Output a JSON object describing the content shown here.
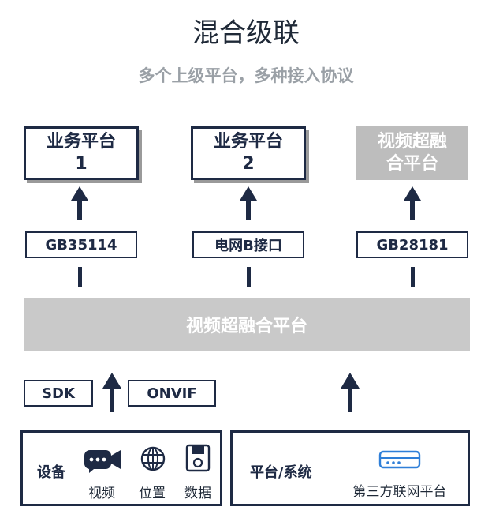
{
  "title": "混合级联",
  "subtitle": "多个上级平台，多种接入协议",
  "upper_platforms": [
    {
      "label": "业务平台\n1",
      "style": "outlined"
    },
    {
      "label": "业务平台\n2",
      "style": "outlined"
    },
    {
      "label": "视频超融\n合平台",
      "style": "filled-gray"
    }
  ],
  "protocols": [
    "GB35114",
    "电网B接口",
    "GB28181"
  ],
  "central_platform": "视频超融合平台",
  "access_protocols": [
    "SDK",
    "ONVIF"
  ],
  "devices": {
    "label": "设备",
    "items": [
      {
        "icon": "video-camera-icon",
        "caption": "视频"
      },
      {
        "icon": "globe-icon",
        "caption": "位置"
      },
      {
        "icon": "floppy-disk-icon",
        "caption": "数据"
      }
    ]
  },
  "systems": {
    "label": "平台/系统",
    "items": [
      {
        "icon": "server-device-icon",
        "caption": "第三方联网平台"
      }
    ]
  },
  "colors": {
    "navy": "#1e2a44",
    "gray_fill": "#c9c9c9",
    "subtitle_gray": "#9aa0a6",
    "icon_blue": "#2f7fd8"
  }
}
